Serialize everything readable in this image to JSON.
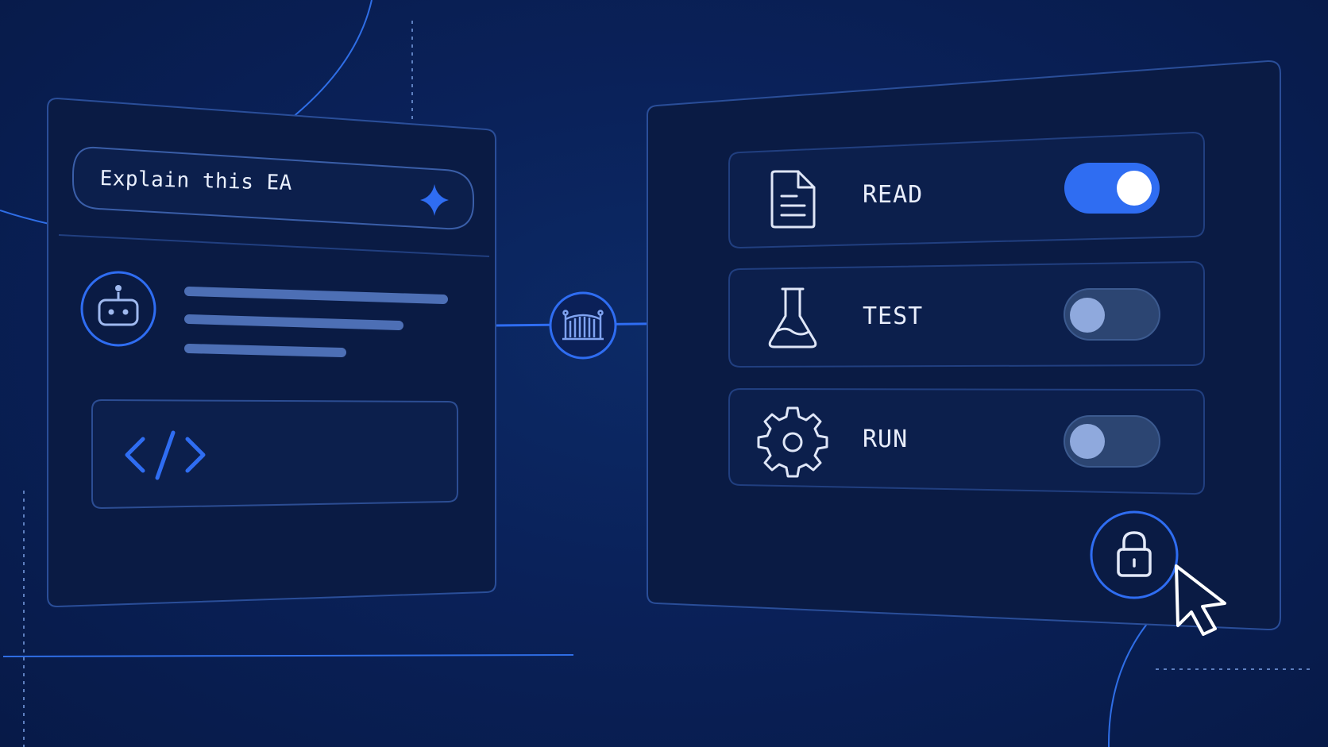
{
  "prompt": {
    "text": "Explain this EA"
  },
  "permissions": [
    {
      "label": "READ",
      "enabled": true
    },
    {
      "label": "TEST",
      "enabled": false
    },
    {
      "label": "RUN",
      "enabled": false
    }
  ],
  "icons": {
    "sparkle": "sparkle-icon",
    "bot": "robot-icon",
    "code": "code-icon",
    "gate": "gate-icon",
    "read": "document-icon",
    "test": "flask-icon",
    "run": "gear-icon",
    "lock": "lock-icon",
    "cursor": "cursor-arrow-icon"
  },
  "colors": {
    "background": "#0a2159",
    "panel": "#0a1c45",
    "accent": "#2f6df2",
    "line": "#3a78ff",
    "toggle_off": "#2c4572",
    "knob_off": "#8fa9dd"
  }
}
